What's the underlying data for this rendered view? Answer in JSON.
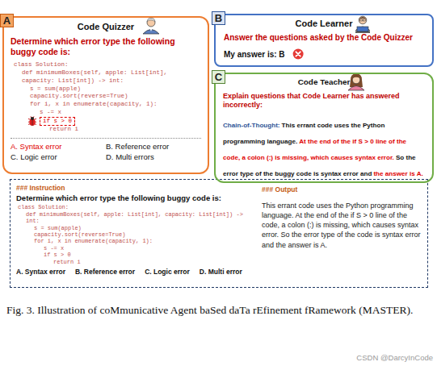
{
  "diagram": {
    "caption": "Fig. 3. Illustration of coMmunicative Agent baSed daTa rEfinement fRamework (MASTER).",
    "nodes": [
      {
        "text": [
          "Code Quizzer",
          "Determine which error type the following buggy code is:",
          "class Solution:",
          "def minimumBoxes(self, apple: List[int], capacity: List[int]) -> int:",
          "s = sum(apple)",
          "capacity.sort(reverse=True)",
          "for i, x in enumerate(capacity, 1):",
          "s -= x",
          "if s > 0",
          "return i",
          "A. Syntax error",
          "B. Reference error",
          "C. Logic error",
          "D. Multi errors"
        ]
      },
      {
        "text": [
          "A"
        ],
        "in": 0
      },
      {
        "text": [
          "Code Learner",
          "Answer the questions asked by the Code Quizzer",
          "My answer is: B"
        ]
      },
      {
        "text": [
          "B"
        ],
        "in": 2
      },
      {
        "text": [
          "Code Teacher",
          "Explain questions that Code Learner has answered incorrectly:",
          "Chain-of-Thought:",
          "This errant code uses the Python programming language.",
          "At the end of the if S > 0 line of the code, a colon (:) is missing, which causes syntax error.",
          "So the error type of the buggy code is syntax error and",
          "the answer is A."
        ]
      },
      {
        "text": [
          "C"
        ],
        "in": 4
      },
      {
        "text": [
          "### Instruction",
          "Determine which error type the following buggy code is:",
          "class Solution:",
          "def minimumBoxes(self, apple: List[int], capacity: List[int]) -> int:",
          "s = sum(apple)",
          "capacity.sort(reverse=True)",
          "for i, x in enumerate(capacity, 1):",
          "s -= x",
          "if s > 0",
          "return i",
          "A. Syntax error",
          "B. Reference error",
          "C. Logic error",
          "D. Multi error"
        ]
      },
      {
        "text": [
          "### Output",
          "This errant code uses the Python programming language. At the end of the if S > 0 line of the code, a colon (:) is missing, which causes syntax error. So the error type of the code is syntax error and the answer is A."
        ]
      }
    ],
    "labels": [
      "CSDN @DarcyInCode"
    ]
  }
}
